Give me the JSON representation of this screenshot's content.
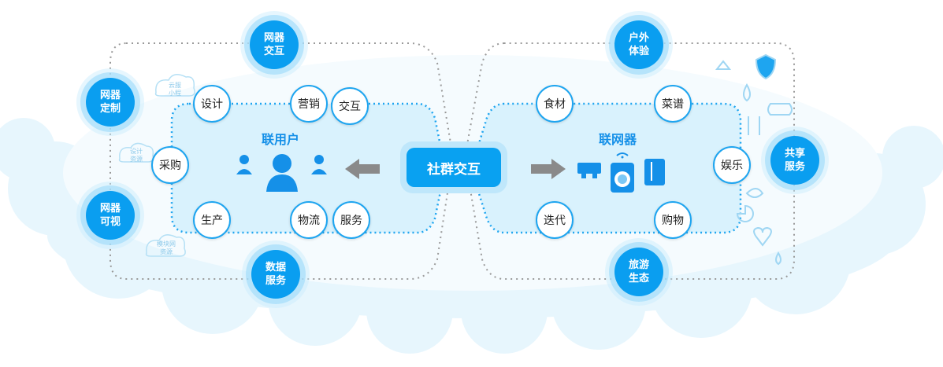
{
  "center": {
    "label": "社群交互"
  },
  "left_group": {
    "title": "联用户",
    "nodes": [
      "设计",
      "营销",
      "交互",
      "采购",
      "生产",
      "物流",
      "服务"
    ]
  },
  "right_group": {
    "title": "联网器",
    "nodes": [
      "食材",
      "菜谱",
      "娱乐",
      "迭代",
      "购物"
    ]
  },
  "hubs": {
    "net_interact": "网器\n交互",
    "net_custom": "网器\n定制",
    "net_visual": "网器\n可视",
    "data_service": "数据\n服务",
    "outdoor": "户外\n体验",
    "share_service": "共享\n服务",
    "travel": "旅游\n生态"
  },
  "cloud_tags": {
    "tag1": "云服\n小程",
    "tag2": "设计\n资源",
    "tag3": "模块网\n资源"
  },
  "colors": {
    "accent": "#0a9ef0",
    "node_border": "#1ea5f0",
    "title": "#1590e8",
    "panel_fill": "#d9f2fd",
    "cloud_fill": "#e7f6fd"
  },
  "icons": [
    "user-group-icon",
    "arrow-left-icon",
    "arrow-right-icon",
    "printer-icon",
    "washer-icon",
    "fridge-icon",
    "hanger-icon",
    "shield-icon",
    "water-drop-icon",
    "gamepad-icon",
    "utensils-icon",
    "leaf-icon",
    "heart-icon",
    "pie-chart-icon"
  ]
}
